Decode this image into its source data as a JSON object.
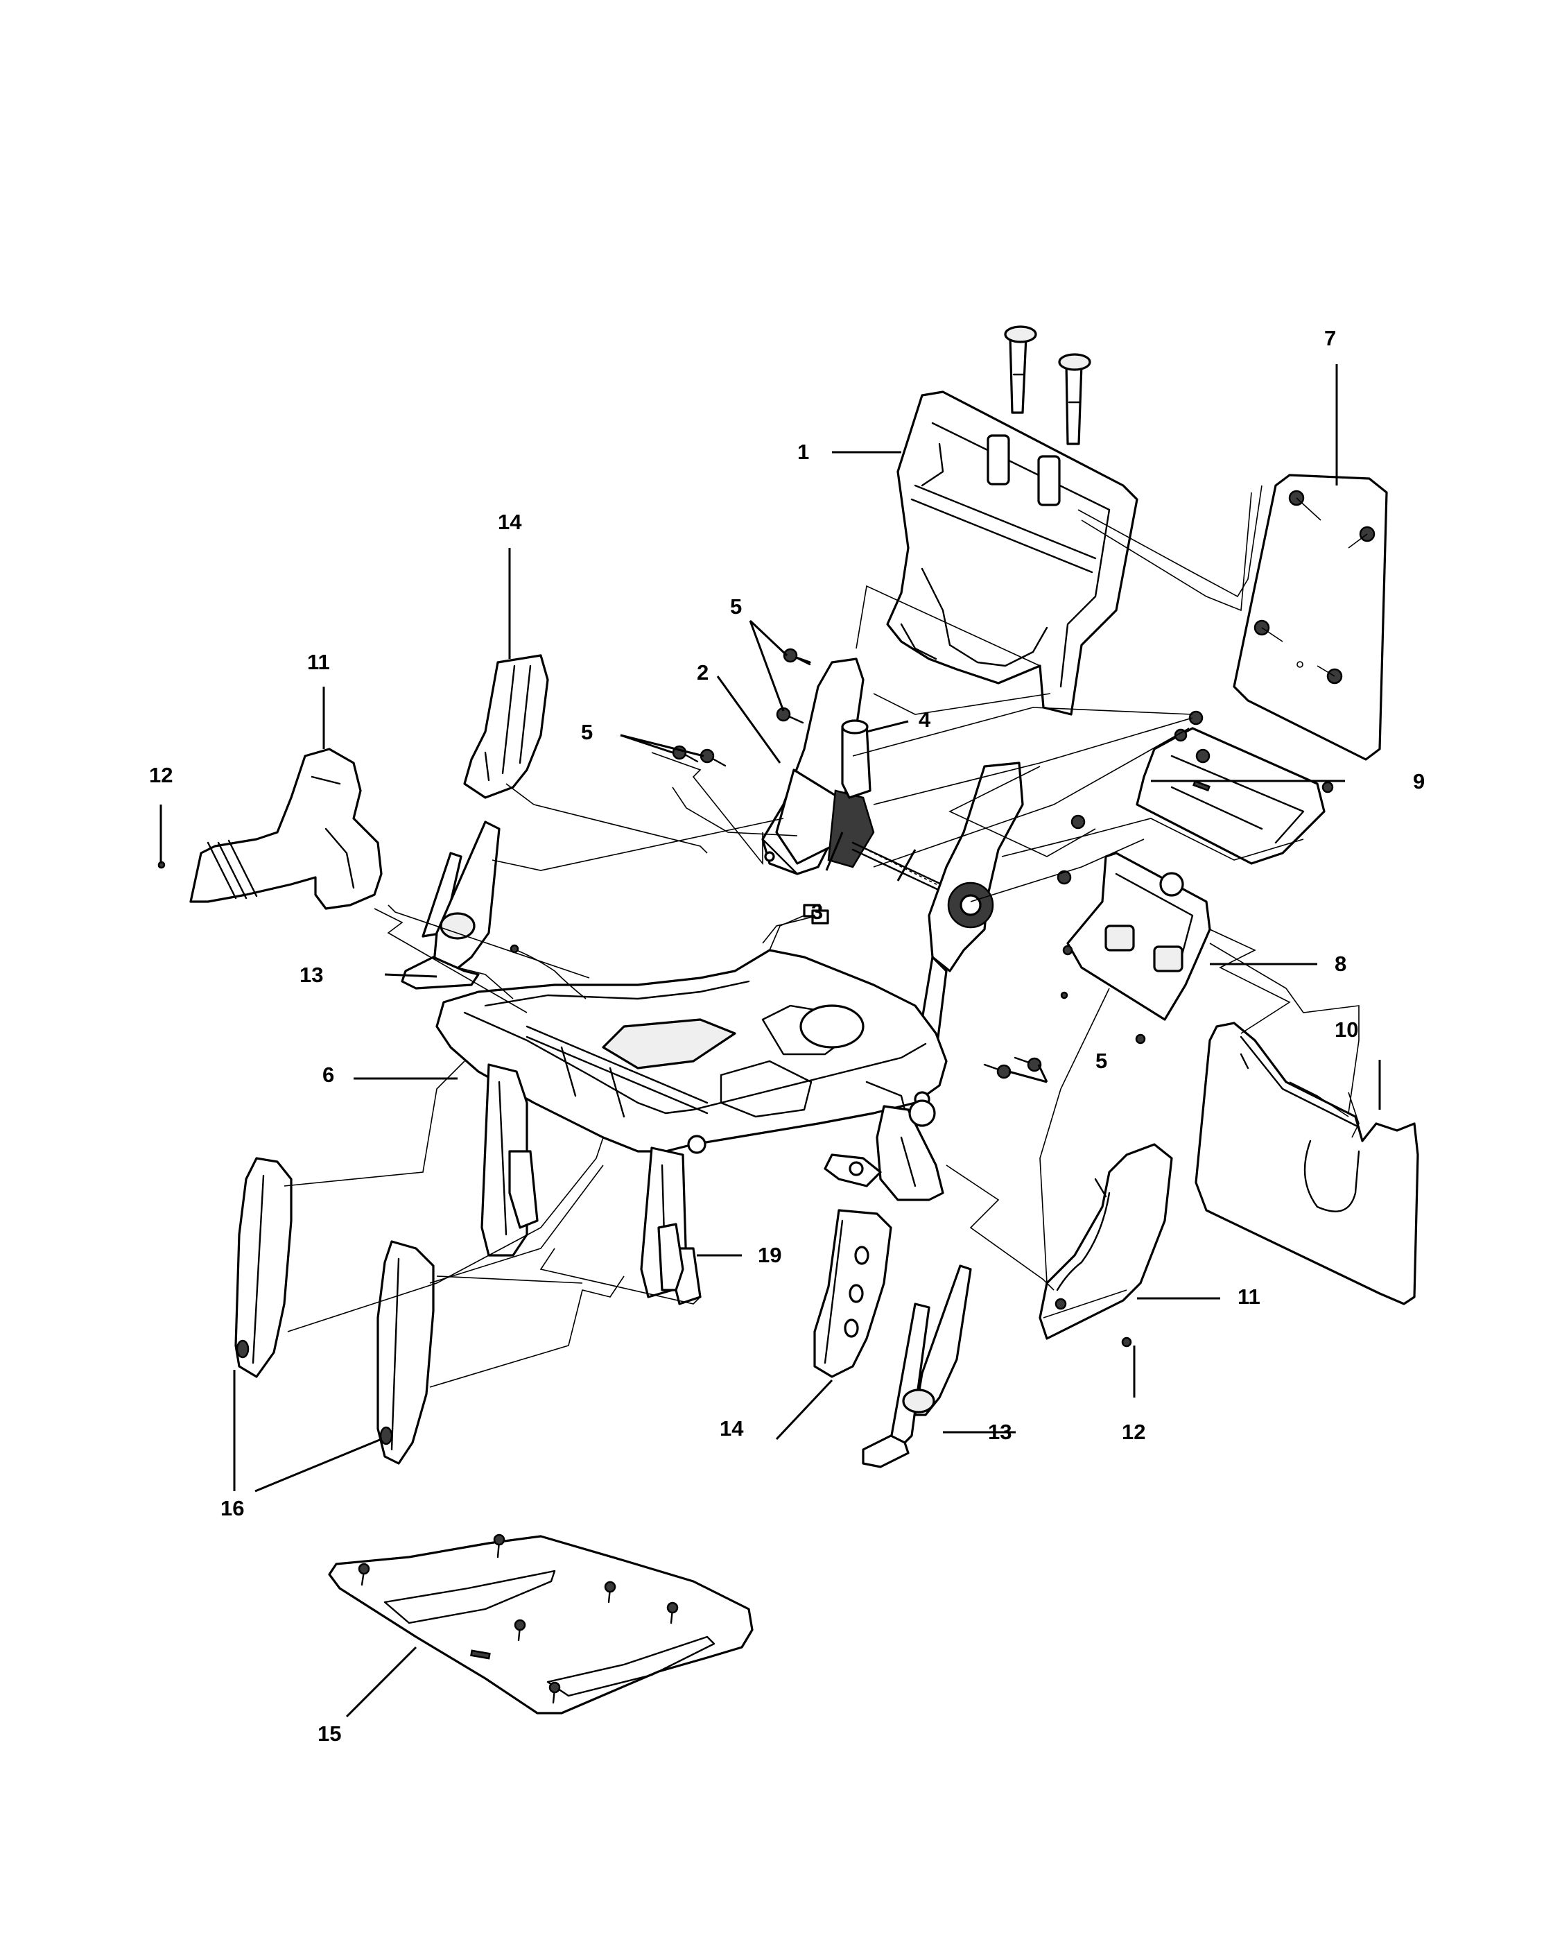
{
  "callouts": {
    "c1": "1",
    "c2": "2",
    "c3": "3",
    "c4": "4",
    "c5a": "5",
    "c5b": "5",
    "c5c": "5",
    "c6": "6",
    "c7": "7",
    "c8": "8",
    "c9": "9",
    "c10": "10",
    "c11a": "11",
    "c11b": "11",
    "c12a": "12",
    "c12b": "12",
    "c13a": "13",
    "c13b": "13",
    "c14a": "14",
    "c14b": "14",
    "c15": "15",
    "c16": "16",
    "c19": "19"
  }
}
